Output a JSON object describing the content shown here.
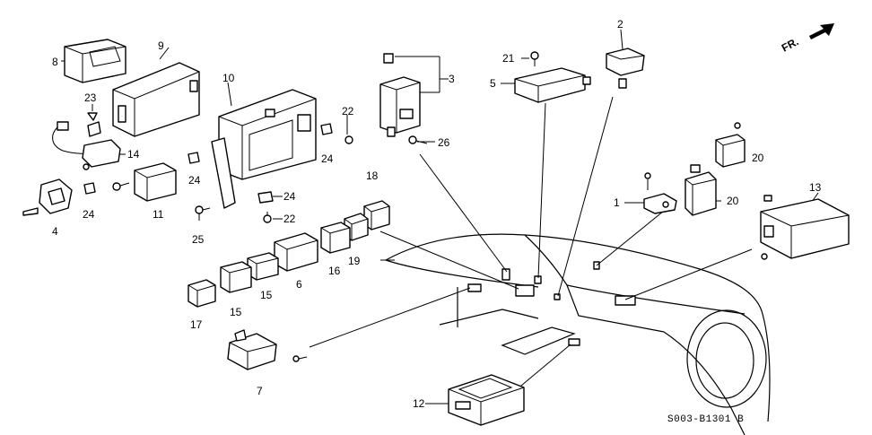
{
  "diagram_code": "S003-B1301 B",
  "direction_label": "FR.",
  "callouts": {
    "p1": "1",
    "p2": "2",
    "p3": "3",
    "p4": "4",
    "p5": "5",
    "p6": "6",
    "p7": "7",
    "p8": "8",
    "p9": "9",
    "p10": "10",
    "p11": "11",
    "p12": "12",
    "p13": "13",
    "p14": "14",
    "p15a": "15",
    "p15b": "15",
    "p16": "16",
    "p17": "17",
    "p18": "18",
    "p19": "19",
    "p20a": "20",
    "p20b": "20",
    "p21": "21",
    "p22a": "22",
    "p22b": "22",
    "p23": "23",
    "p24a": "24",
    "p24b": "24",
    "p24c": "24",
    "p24d": "24",
    "p25": "25",
    "p26": "26"
  }
}
